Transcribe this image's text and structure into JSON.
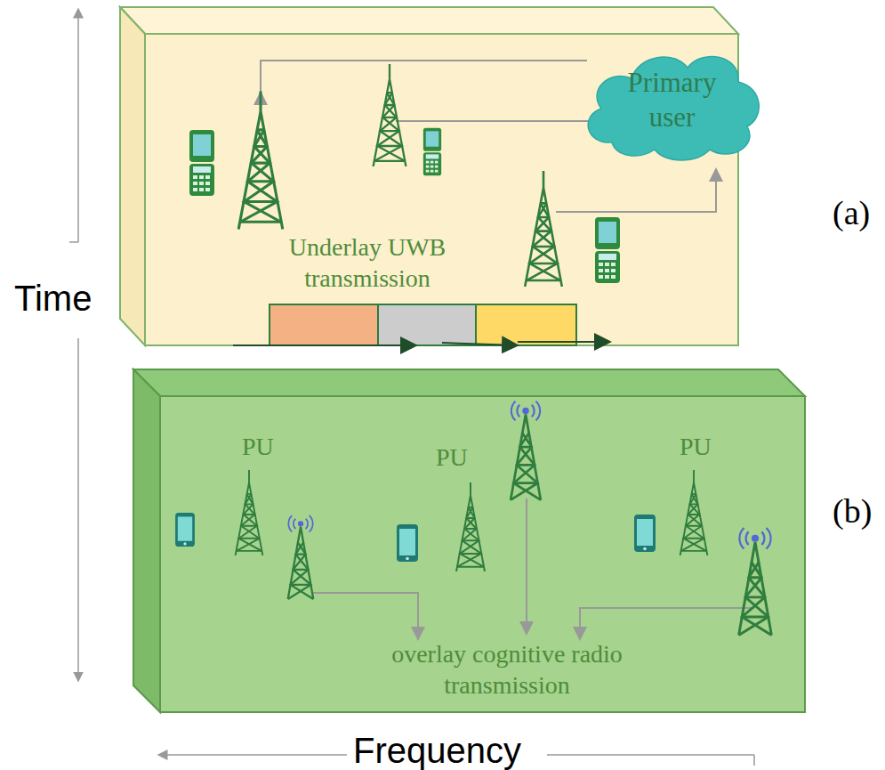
{
  "diagram": {
    "nodes": [
      {
        "text": [
          "Underlay UWB transmission"
        ]
      },
      {
        "text": [
          "Primary user"
        ],
        "in": 0
      },
      {
        "text": [
          "overlay cognitive radio transmission"
        ]
      }
    ],
    "labels": [
      "(a)",
      "Time",
      "PU",
      "PU",
      "PU",
      "(b)",
      "Frequency"
    ]
  }
}
